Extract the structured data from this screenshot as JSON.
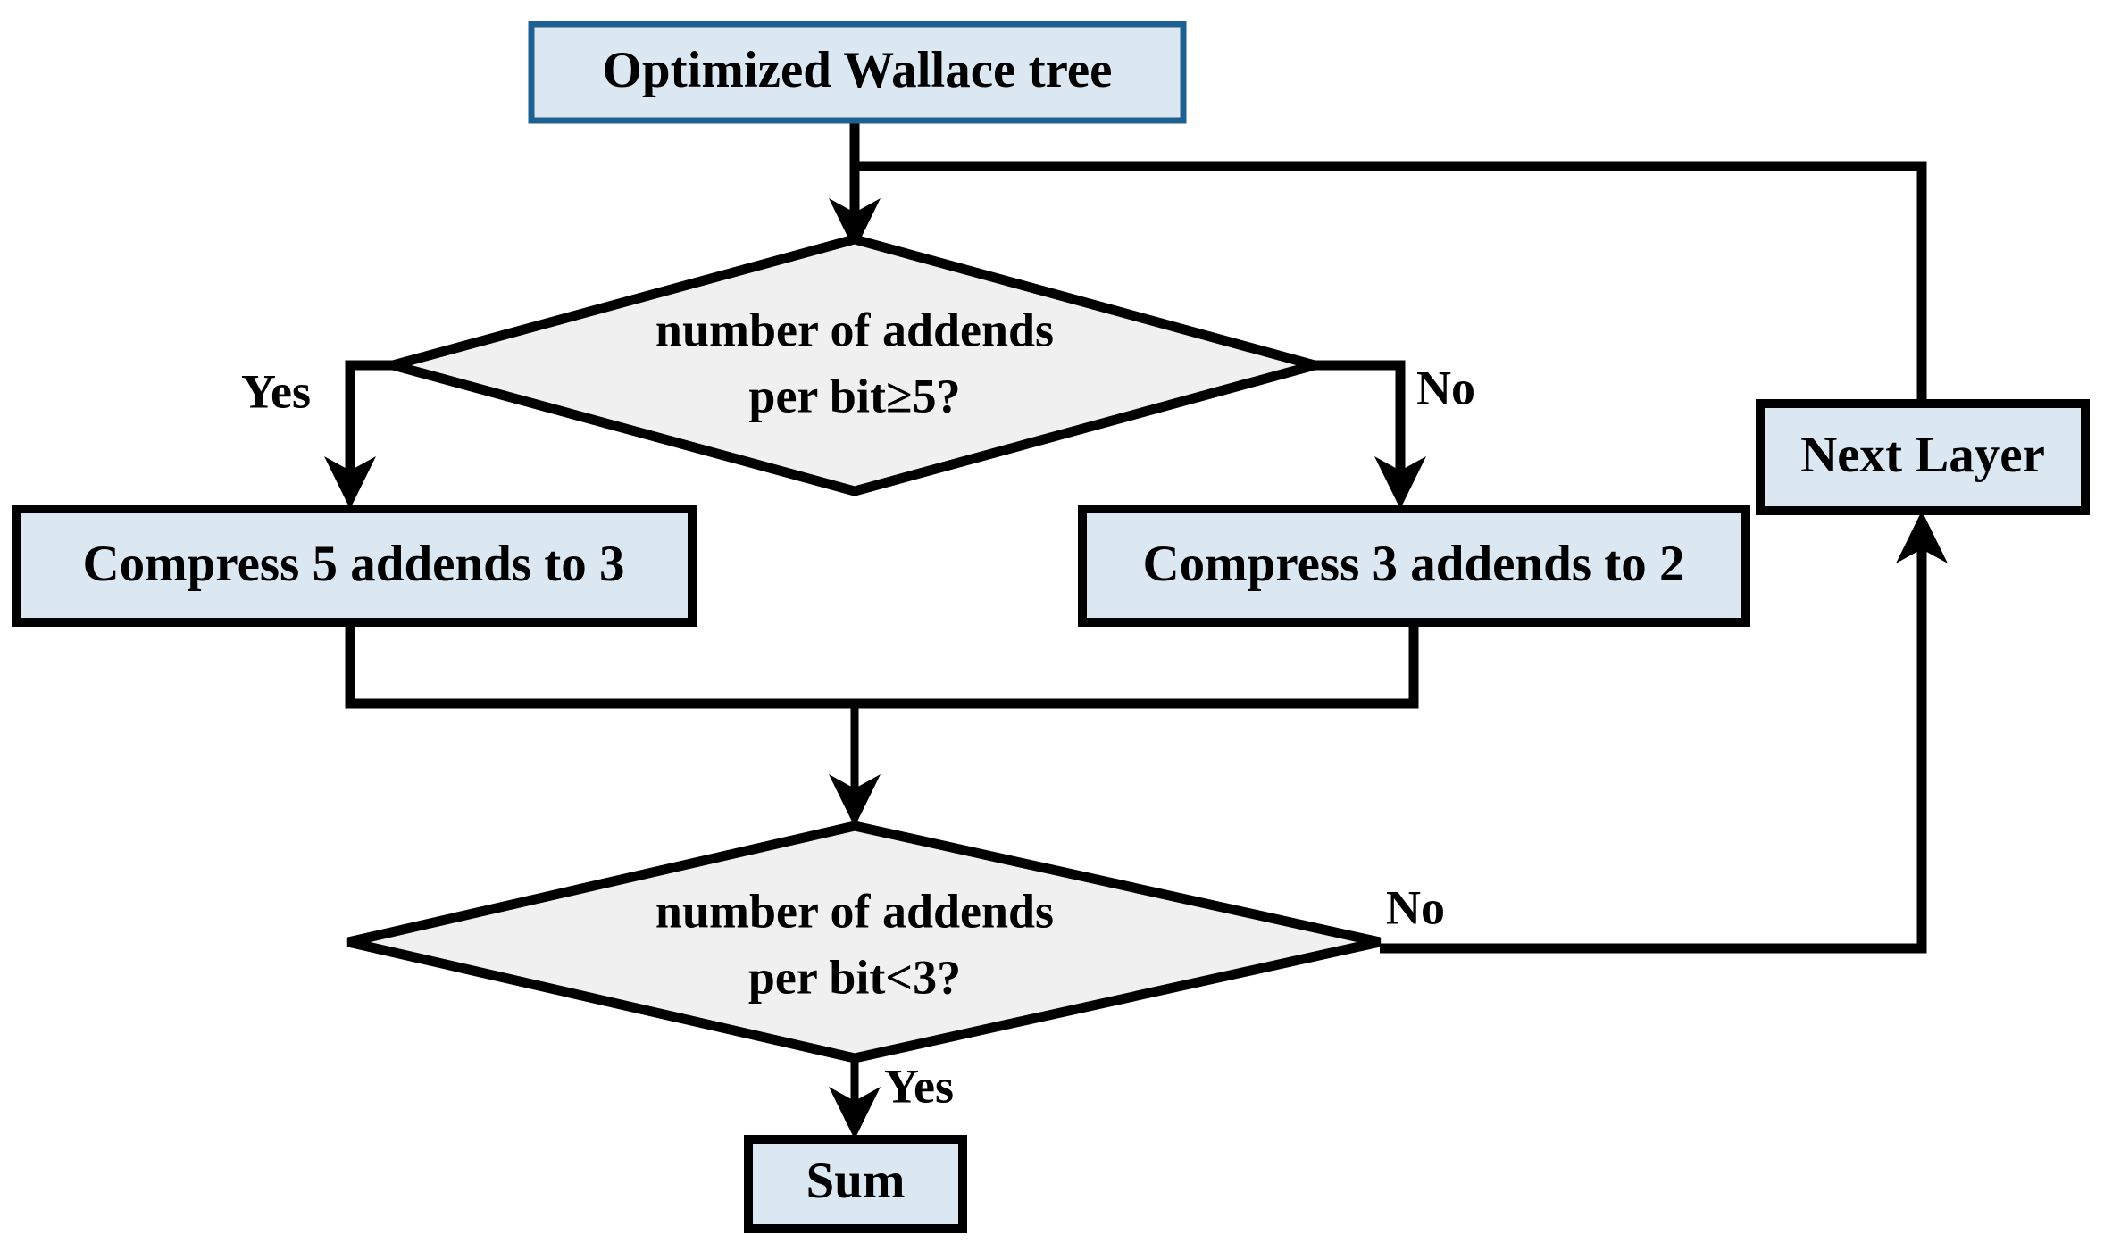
{
  "diagram": {
    "title": "Optimized Wallace tree flowchart",
    "type": "flowchart",
    "colors": {
      "process_fill": "#dbe7f1",
      "process_border": "#000000",
      "start_fill": "#dbe7f1",
      "start_border": "#1f6092",
      "decision_fill": "#f0f0f0",
      "decision_border": "#000000",
      "connector": "#000000",
      "background": "#ffffff"
    },
    "nodes": [
      {
        "id": "start",
        "shape": "process",
        "label": "Optimized Wallace tree"
      },
      {
        "id": "decision1",
        "shape": "decision",
        "label_line1": "number of addends",
        "label_line2": "per bit≥5?"
      },
      {
        "id": "compress5",
        "shape": "process",
        "label": "Compress 5 addends to 3"
      },
      {
        "id": "compress3",
        "shape": "process",
        "label": "Compress 3 addends to 2"
      },
      {
        "id": "nextlayer",
        "shape": "process",
        "label": "Next Layer"
      },
      {
        "id": "decision2",
        "shape": "decision",
        "label_line1": "number of addends",
        "label_line2": "per bit<3?"
      },
      {
        "id": "sum",
        "shape": "process",
        "label": "Sum"
      }
    ],
    "edge_labels": {
      "d1_yes": "Yes",
      "d1_no": "No",
      "d2_no": "No",
      "d2_yes": "Yes"
    },
    "edges": [
      {
        "from": "start",
        "to": "decision1",
        "label": ""
      },
      {
        "from": "decision1",
        "to": "compress5",
        "label": "Yes"
      },
      {
        "from": "decision1",
        "to": "compress3",
        "label": "No"
      },
      {
        "from": "compress5",
        "to": "decision2",
        "label": ""
      },
      {
        "from": "compress3",
        "to": "decision2",
        "label": ""
      },
      {
        "from": "decision2",
        "to": "nextlayer",
        "label": "No"
      },
      {
        "from": "decision2",
        "to": "sum",
        "label": "Yes"
      },
      {
        "from": "nextlayer",
        "to": "decision1",
        "label": ""
      }
    ]
  }
}
